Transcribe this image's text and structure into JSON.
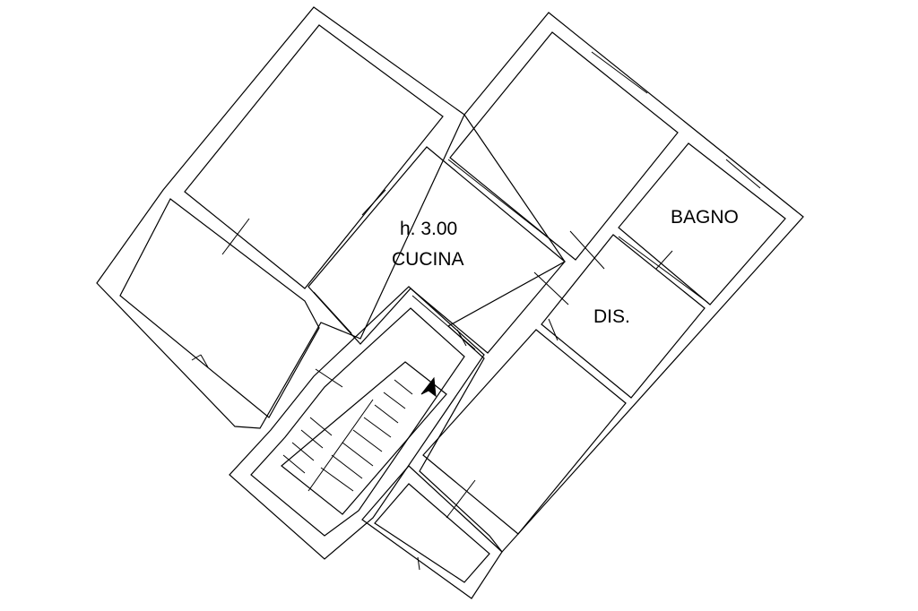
{
  "labels": {
    "height": "h. 3.00",
    "kitchen": "CUCINA",
    "bathroom": "BAGNO",
    "hallway": "DIS."
  },
  "colors": {
    "line": "#000000",
    "background": "#ffffff"
  },
  "icons": {
    "stair_direction": "arrow-up-left-icon"
  }
}
